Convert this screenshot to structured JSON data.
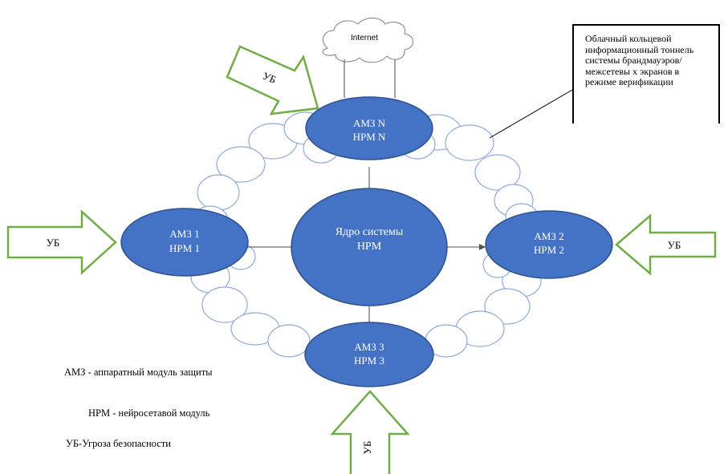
{
  "internet": {
    "label": "Internet"
  },
  "core": {
    "line1": "Ядро системы",
    "line2": "НРМ"
  },
  "nodes": {
    "n": {
      "line1": "АМЗ N",
      "line2": "НРМ N"
    },
    "one": {
      "line1": "АМЗ 1",
      "line2": "НРМ 1"
    },
    "two": {
      "line1": "АМЗ 2",
      "line2": "НРМ 2"
    },
    "three": {
      "line1": "АМЗ 3",
      "line2": "НРМ 3"
    }
  },
  "threats": {
    "top": "УБ",
    "left": "УБ",
    "right": "УБ",
    "bottom": "УБ"
  },
  "callout": {
    "text": "Облачный кольцевой информационный тоннель системы брандмауэров/межсетевы х экранов в режиме верификации"
  },
  "legend": {
    "amz": "АМЗ - аппаратный модуль защиты",
    "nrm": "НРМ - нейросетавой модуль",
    "ub": "УБ-Угроза безопасности"
  },
  "colors": {
    "node_fill": "#4472c4",
    "node_stroke": "#2f528f",
    "arrow_stroke": "#70ad47",
    "cloud_stroke": "#8eaadb"
  }
}
